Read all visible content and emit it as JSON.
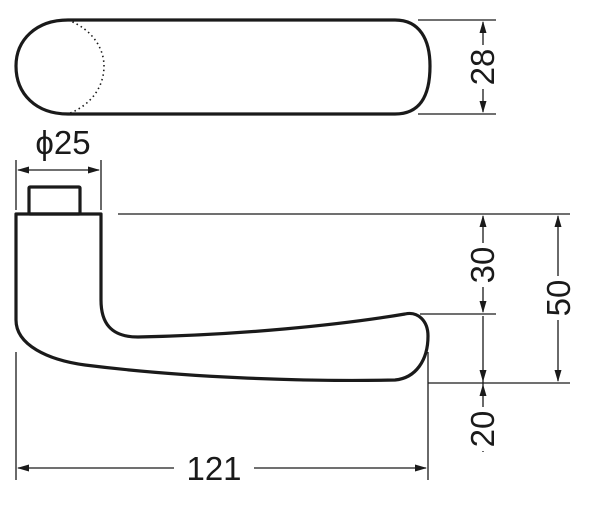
{
  "dimensions": {
    "top_width": "28",
    "collar_diameter": "ϕ25",
    "height_to_grip": "30",
    "overall_height": "50",
    "grip_thickness": "20",
    "overall_length": "121"
  },
  "colors": {
    "line": "#1a1a1a",
    "background": "#ffffff"
  }
}
